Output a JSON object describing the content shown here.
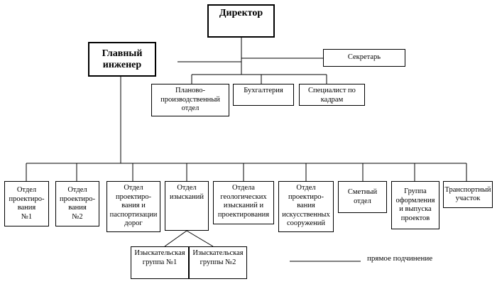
{
  "diagram": {
    "nodes": {
      "director": "Директор",
      "chief_engineer": "Главный\nинженер",
      "secretary": "Секретарь",
      "planning_dept": "Планово-\nпроизводственный\nотдел",
      "accounting": "Бухгалтерия",
      "hr_specialist": "Специалист по\nкадрам",
      "design_dept_1": "Отдел\nпроектиро-\nвания\n№1",
      "design_dept_2": "Отдел\nпроектиро-\nвания\n№2",
      "roads_dept": "Отдел\nпроектиро-\nвания и\nпаспортизации\nдорог",
      "survey_dept": "Отдел\nизысканий",
      "geology_dept": "Отдела\nгеологических\nизысканий и\nпроектирования",
      "structures_dept": "Отдел\nпроектиро-\nвания\nискусственных\nсооружений",
      "estimates_dept": "Сметный\nотдел",
      "publishing_group": "Группа\nоформления\nи выпуска\nпроектов",
      "transport_unit": "Транспортный\nучасток",
      "survey_group_1": "Изыскательская\nгруппа №1",
      "survey_group_2": "Изыскательская\nгруппы №2"
    },
    "legend": {
      "direct_subordination": "прямое подчинение"
    }
  }
}
